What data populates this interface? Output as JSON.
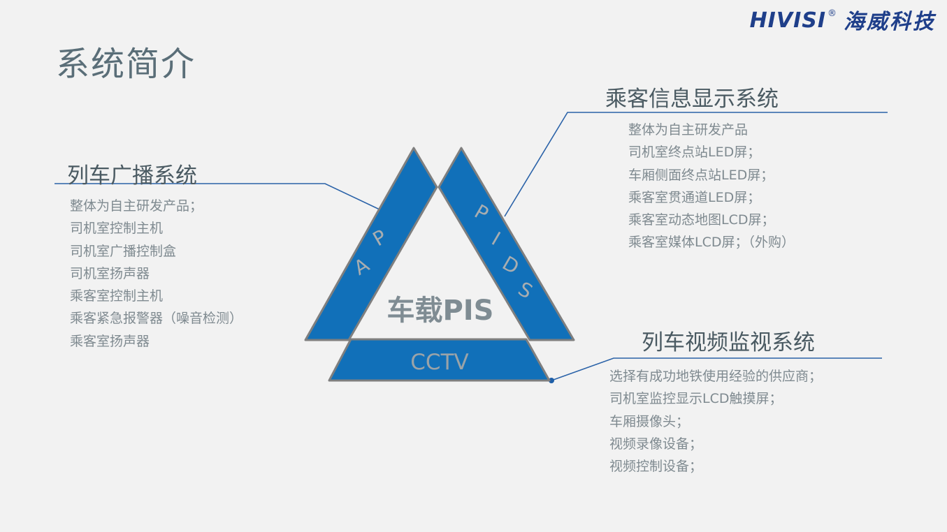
{
  "logo": {
    "latin": "HIVISI",
    "reg": "®",
    "cn": "海威科技"
  },
  "page_title": "系统简介",
  "diagram": {
    "center_label": "车载PIS",
    "pa_letters": [
      "P",
      "A"
    ],
    "pids_letters": [
      "P",
      "I",
      "D",
      "S"
    ],
    "cctv_label": "CCTV",
    "colors": {
      "fill": "#1170b9",
      "border": "#7f7f7f",
      "connector": "#2a62a8",
      "center_text": "#7f8c93"
    }
  },
  "sections": {
    "pa": {
      "title": "列车广播系统",
      "items": [
        "整体为自主研发产品；",
        "司机室控制主机",
        "司机室广播控制盒",
        "司机室扬声器",
        "乘客室控制主机",
        "乘客紧急报警器（噪音检测）",
        "乘客室扬声器"
      ]
    },
    "pids": {
      "title": "乘客信息显示系统",
      "items": [
        "整体为自主研发产品",
        "司机室终点站LED屏；",
        "车厢侧面终点站LED屏；",
        "乘客室贯通道LED屏；",
        "乘客室动态地图LCD屏；",
        "乘客室媒体LCD屏；（外购）"
      ]
    },
    "cctv": {
      "title": "列车视频监视系统",
      "items": [
        "选择有成功地铁使用经验的供应商；",
        "司机室监控显示LCD触摸屏；",
        "车厢摄像头；",
        "视频录像设备；",
        "视频控制设备；"
      ]
    }
  }
}
